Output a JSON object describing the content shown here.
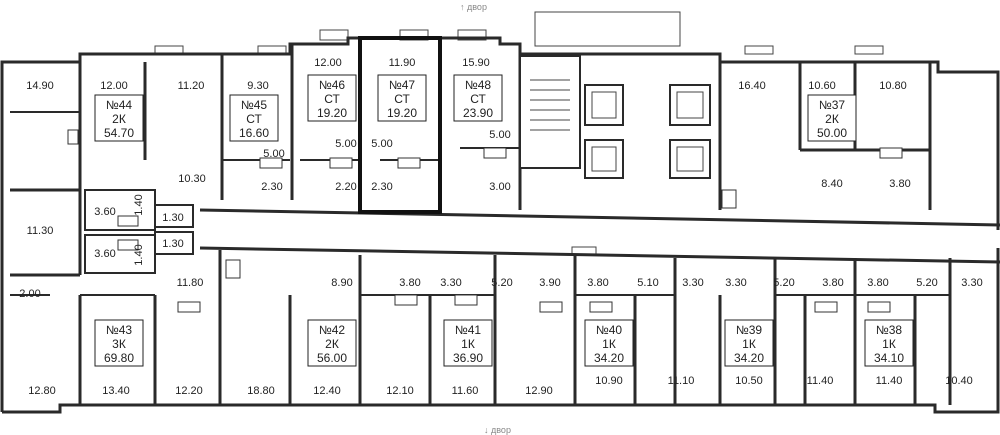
{
  "directions": {
    "top": "↑ двор",
    "bottom": "↓ двор"
  },
  "apartments": [
    {
      "id": "44",
      "number": "№44",
      "type": "2К",
      "area": "54.70"
    },
    {
      "id": "45",
      "number": "№45",
      "type": "СТ",
      "area": "16.60"
    },
    {
      "id": "46",
      "number": "№46",
      "type": "СТ",
      "area": "19.20"
    },
    {
      "id": "47",
      "number": "№47",
      "type": "СТ",
      "area": "19.20",
      "selected": true
    },
    {
      "id": "48",
      "number": "№48",
      "type": "СТ",
      "area": "23.90"
    },
    {
      "id": "37",
      "number": "№37",
      "type": "2К",
      "area": "50.00"
    },
    {
      "id": "43",
      "number": "№43",
      "type": "3К",
      "area": "69.80"
    },
    {
      "id": "42",
      "number": "№42",
      "type": "2К",
      "area": "56.00"
    },
    {
      "id": "41",
      "number": "№41",
      "type": "1К",
      "area": "36.90"
    },
    {
      "id": "40",
      "number": "№40",
      "type": "1К",
      "area": "34.20"
    },
    {
      "id": "39",
      "number": "№39",
      "type": "1К",
      "area": "34.20"
    },
    {
      "id": "38",
      "number": "№38",
      "type": "1К",
      "area": "34.10"
    }
  ],
  "room_areas": {
    "r1": "14.90",
    "r2": "12.00",
    "r3": "11.20",
    "r4": "9.30",
    "r5": "12.00",
    "r6": "11.90",
    "r7": "15.90",
    "r8": "16.40",
    "r9": "10.60",
    "r10": "10.80",
    "r11": "5.00",
    "r12": "5.00",
    "r13": "5.00",
    "r14": "5.00",
    "r15": "2.30",
    "r16": "2.20",
    "r17": "2.30",
    "r18": "3.00",
    "r19": "10.30",
    "r20": "8.40",
    "r21": "3.80",
    "r22": "3.60",
    "r23": "1.40",
    "r24": "1.30",
    "r25": "11.30",
    "r26": "1.30",
    "r27": "3.60",
    "r28": "1.40",
    "r29": "11.80",
    "r30": "8.90",
    "r31": "3.80",
    "r32": "3.30",
    "r33": "5.20",
    "r34": "3.90",
    "r35": "3.80",
    "r36": "5.10",
    "r37": "3.30",
    "r38": "3.30",
    "r39": "5.20",
    "r40": "3.80",
    "r41": "3.80",
    "r42": "5.20",
    "r43": "3.30",
    "r44": "2.00",
    "r45": "12.80",
    "r46": "13.40",
    "r47": "12.20",
    "r48": "18.80",
    "r49": "12.40",
    "r50": "12.10",
    "r51": "11.60",
    "r52": "12.90",
    "r53": "10.90",
    "r54": "11.10",
    "r55": "10.50",
    "r56": "11.40",
    "r57": "11.40",
    "r58": "10.40"
  }
}
